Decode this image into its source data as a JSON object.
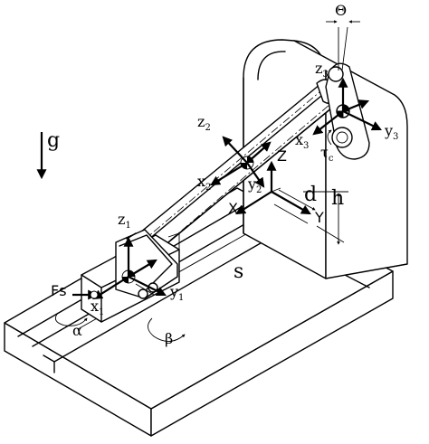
{
  "labels": {
    "g": "g",
    "theta": "Θ",
    "z3": "z",
    "z3_sub": "3",
    "y3": "y",
    "y3_sub": "3",
    "x3": "x",
    "x3_sub": "3",
    "tau": "τ",
    "tau_sub": "c",
    "z2": "z",
    "z2_sub": "2",
    "x2": "x",
    "x2_sub": "2",
    "y2": "y",
    "y2_sub": "2",
    "Z": "Z",
    "X": "X",
    "Y": "Y",
    "d": "d",
    "h": "h",
    "z1": "z",
    "z1_sub": "1",
    "x1": "x",
    "x1_sub": "1",
    "y1": "y",
    "y1_sub": "1",
    "Fs": "Fs",
    "s": "s",
    "alpha": "α",
    "beta": "β"
  }
}
